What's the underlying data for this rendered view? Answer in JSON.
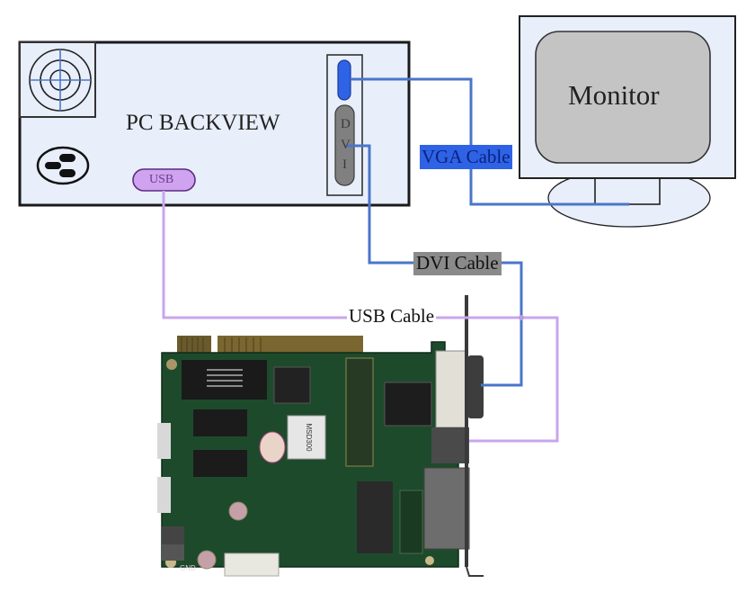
{
  "diagram": {
    "pc": {
      "title": "PC BACKVIEW",
      "usb_port_label": "USB",
      "dvi_port_letters": [
        "D",
        "V",
        "I"
      ]
    },
    "monitor": {
      "title": "Monitor"
    },
    "cables": {
      "vga": {
        "label": "VGA Cable",
        "color": "#4a76c8",
        "label_bg": "#2f63e6"
      },
      "dvi": {
        "label": "DVI Cable",
        "color": "#4a76c8",
        "label_bg": "#8a8a8a"
      },
      "usb": {
        "label": "USB Cable",
        "color": "#c9a6ec"
      }
    },
    "board": {
      "description": "LED sending card (PCI form factor, green PCB with DVI and USB connectors)",
      "chip_label": "MSD300",
      "corner_label": "GND"
    },
    "colors": {
      "panel_fill": "#e8eefa",
      "outline": "#1a1a1a",
      "screen_fill": "#c4c4c4",
      "vga_port": "#2f63e6",
      "dvi_port": "#808080",
      "usb_port": "#cfa3f0",
      "pcb": "#1e4a2c"
    }
  }
}
